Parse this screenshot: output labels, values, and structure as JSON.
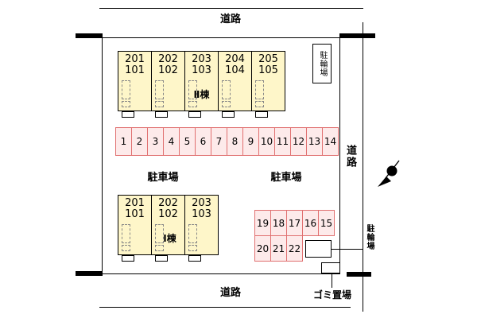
{
  "roads": {
    "top": "道路",
    "bottom": "道路",
    "right": "道路"
  },
  "bike_parking": {
    "top_box": "駐輪場",
    "right_label": "駐輪場"
  },
  "garbage": {
    "label": "ゴミ置場"
  },
  "parking": {
    "left_label": "駐車場",
    "right_label": "駐車場",
    "row": [
      "1",
      "2",
      "3",
      "4",
      "5",
      "6",
      "7",
      "8",
      "9",
      "10",
      "11",
      "12",
      "13",
      "14"
    ],
    "block_row1": [
      "19",
      "18",
      "17",
      "16",
      "15"
    ],
    "block_row2": [
      "20",
      "21",
      "22"
    ]
  },
  "buildings": {
    "b2": {
      "name": "Ⅱ棟",
      "units": [
        {
          "u": "201",
          "l": "101"
        },
        {
          "u": "202",
          "l": "102"
        },
        {
          "u": "203",
          "l": "103"
        },
        {
          "u": "204",
          "l": "104"
        },
        {
          "u": "205",
          "l": "105"
        }
      ]
    },
    "b1": {
      "name": "Ⅰ棟",
      "units": [
        {
          "u": "201",
          "l": "101"
        },
        {
          "u": "202",
          "l": "102"
        },
        {
          "u": "203",
          "l": "103"
        }
      ]
    }
  },
  "colors": {
    "unit_fill": "#fef6c9",
    "parking_fill": "#fdeaea",
    "parking_border": "#e07070"
  }
}
